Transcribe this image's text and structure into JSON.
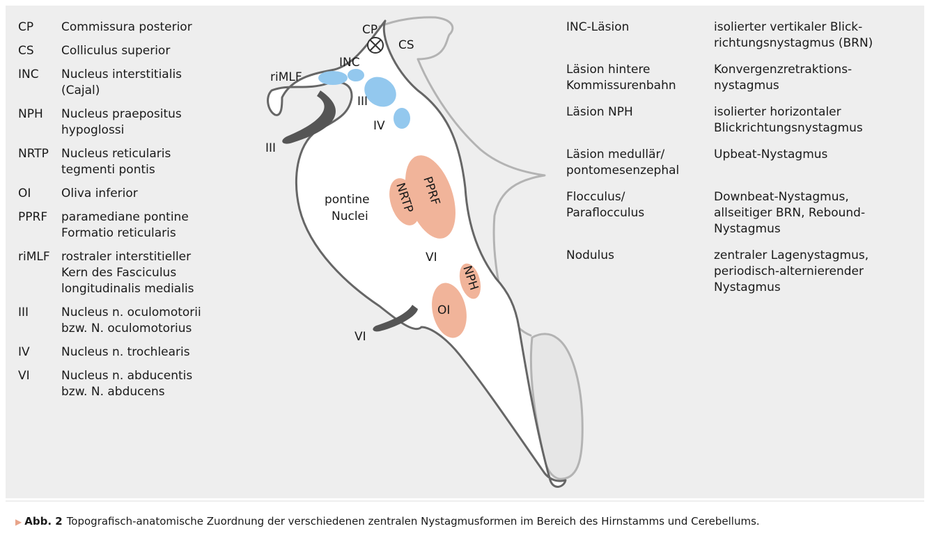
{
  "abbreviations": [
    {
      "key": "CP",
      "value": "Commissura posterior"
    },
    {
      "key": "CS",
      "value": "Colliculus superior"
    },
    {
      "key": "INC",
      "value": "Nucleus interstitialis\n(Cajal)"
    },
    {
      "key": "NPH",
      "value": "Nucleus praepositus\nhypoglossi"
    },
    {
      "key": "NRTP",
      "value": "Nucleus reticularis\ntegmenti pontis"
    },
    {
      "key": "OI",
      "value": "Oliva inferior"
    },
    {
      "key": "PPRF",
      "value": "paramediane pontine\nFormatio reticularis"
    },
    {
      "key": "riMLF",
      "value": "rostraler interstitieller\nKern des Fasciculus\nlongitudinalis medialis"
    },
    {
      "key": "III",
      "value": "Nucleus n. oculomotorii\nbzw. N. oculomotorius"
    },
    {
      "key": "IV",
      "value": "Nucleus n. trochlearis"
    },
    {
      "key": "VI",
      "value": "Nucleus n. abducentis\nbzw. N. abducens"
    }
  ],
  "lesions": [
    {
      "site": "INC-Läsion",
      "effect": "isolierter vertikaler Blick-\nrichtungsnystagmus (BRN)"
    },
    {
      "site": "Läsion hintere\nKommissurenbahn",
      "effect": "Konvergenzretraktions-\nnystagmus"
    },
    {
      "site": "Läsion NPH",
      "effect": "isolierter horizontaler\nBlickrichtungsnystagmus"
    },
    {
      "site": "Läsion medullär/\npontomesenzephal",
      "effect": "Upbeat-Nystagmus"
    },
    {
      "site": "Flocculus/\nParaflocculus",
      "effect": "Downbeat-Nystagmus,\nallseitiger BRN, Rebound-\nNystagmus"
    },
    {
      "site": "Nodulus",
      "effect": "zentraler Lagenystagmus,\nperiodisch-alternierender\nNystagmus"
    }
  ],
  "diagram": {
    "labels": {
      "cp": "CP",
      "cs": "CS",
      "inc": "INC",
      "rimlf": "riMLF",
      "iii_nucleus": "III",
      "iv_nucleus": "IV",
      "iii_nerve": "III",
      "pontine_1": "pontine",
      "pontine_2": "Nuclei",
      "pprf": "PPRF",
      "nrtp": "NRTP",
      "vi_nucleus": "VI",
      "nph": "NPH",
      "oi": "OI",
      "vi_nerve": "VI"
    },
    "colors": {
      "blue_nuclei": "#93c8ee",
      "salmon_nuclei": "#f1b49a",
      "outline": "#666666",
      "outer_outline": "#b3b3b3"
    }
  },
  "caption": {
    "figure": "Abb. 2",
    "text": "Topografisch-anatomische Zuordnung der verschiedenen zentralen Nystagmusformen im Bereich des Hirnstamms und Cerebellums."
  }
}
